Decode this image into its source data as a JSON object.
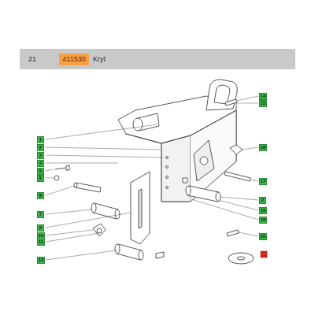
{
  "diagram": {
    "nodes": [
      {
        "text": [
          "411530"
        ]
      },
      {
        "text": [
          "1"
        ]
      },
      {
        "text": [
          "2"
        ]
      },
      {
        "text": [
          "3"
        ]
      },
      {
        "text": [
          "4"
        ]
      },
      {
        "text": [
          "5"
        ]
      },
      {
        "text": [
          "6"
        ]
      },
      {
        "text": [
          "8"
        ]
      },
      {
        "text": [
          "7"
        ]
      },
      {
        "text": [
          "9"
        ]
      },
      {
        "text": [
          "10"
        ]
      },
      {
        "text": [
          "11"
        ]
      },
      {
        "text": [
          "12"
        ]
      },
      {
        "text": [
          "14"
        ]
      },
      {
        "text": [
          "15"
        ]
      },
      {
        "text": [
          "18"
        ]
      },
      {
        "text": [
          "17"
        ]
      },
      {
        "text": [
          "2"
        ]
      },
      {
        "text": [
          "19"
        ]
      },
      {
        "text": [
          "16"
        ]
      },
      {
        "text": [
          "20"
        ]
      }
    ],
    "labels": [
      "21",
      "Kryt"
    ]
  }
}
